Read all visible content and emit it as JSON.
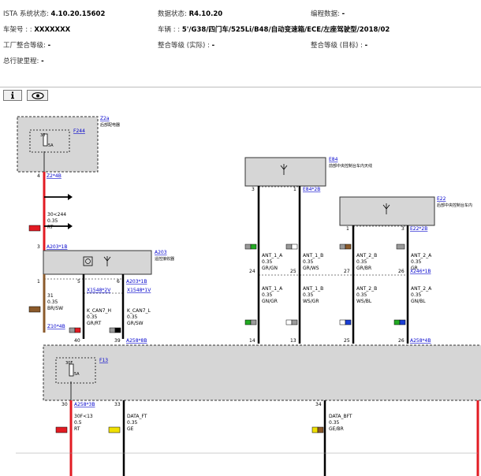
{
  "header": {
    "ista_label": "ISTA 系统状态:",
    "ista_value": "4.10.20.15602",
    "data_label": "数据状态:",
    "data_value": "R4.10.20",
    "prog_label": "编程数据:",
    "prog_value": "-",
    "chassis_label": "车架号 : :",
    "chassis_value": "XXXXXXX",
    "vehicle_label": "车辆 : :",
    "vehicle_value": "5'/G38/四门车/525Li/B48/自动变速箱/ECE/左座驾驶型/2018/02",
    "factory_label": "工厂整合等级:",
    "factory_value": "-",
    "integ_actual_label": "整合等级 (实际) :",
    "integ_actual_value": "-",
    "integ_target_label": "整合等级 (目标) :",
    "integ_target_value": "-",
    "mileage_label": "总行驶里程:",
    "mileage_value": "-"
  },
  "toolbar": {
    "info_icon": "info-icon",
    "view_icon": "eye-icon"
  },
  "colors": {
    "red": "#e21b23",
    "brown": "#8b5a2b",
    "yellow": "#f0e000",
    "green": "#22aa22",
    "blue": "#1a3fd6",
    "grey": "#9a9a9a",
    "white": "#ffffff",
    "box": "#d6d6d6",
    "link": "#0000cc"
  },
  "diagram": {
    "z2a_id": "Z2a",
    "z2a_desc": "后部配电器",
    "f244_id": "F244",
    "f244_pin": "30",
    "f244_rating": "5A",
    "z2a_pin": "4",
    "z2a_conn": "Z2*4B",
    "w1_name": "30<244",
    "w1_size": "0.35",
    "w1_color": "RT",
    "a203_pin_in": "3",
    "a203_conn_in": "A203*1B",
    "a203_id": "A203",
    "a203_desc": "遥控接收器",
    "a203_pin1": "1",
    "a203_pin5": "5",
    "a203_pin6": "6",
    "a203_conn_out": "A203*1B",
    "w2_name": "31",
    "w2_size": "0.35",
    "w2_color": "BR/SW",
    "z10_conn": "Z10*4B",
    "x1548_h": "X1548*2V",
    "x1548_l": "X1548*1V",
    "w3_name": "K_CAN7_H",
    "w3_size": "0.35",
    "w3_color": "GR/RT",
    "w4_name": "K_CAN7_L",
    "w4_size": "0.35",
    "w4_color": "GR/SW",
    "a258_pin40": "40",
    "a258_pin39": "39",
    "a258_conn_a": "A258*8B",
    "e84_id": "E84",
    "e84_desc": "前部中央控制台车内天线",
    "e84_pin3": "3",
    "e84_pin1": "1",
    "e84_conn": "E84*2B",
    "e22_id": "E22",
    "e22_desc": "后部中央控制台车内",
    "e22_pin1": "1",
    "e22_pin3": "3",
    "e22_conn": "E22*2B",
    "wA1_name": "ANT_1_A",
    "wA1_size": "0.35",
    "wA1_color": "GR/GN",
    "wB1_name": "ANT_1_B",
    "wB1_size": "0.35",
    "wB1_color": "GR/WS",
    "wC1_name": "ANT_2_B",
    "wC1_size": "0.35",
    "wC1_color": "GR/BR",
    "wD1_name": "ANT_2_A",
    "wD1_size": "0.35",
    "wD1_color": "GR",
    "x246_pin24": "24",
    "x246_pin25a": "25",
    "x246_pin27": "27",
    "x246_pin26": "26",
    "x246_conn": "X246*1B",
    "wA2_name": "ANT_1_A",
    "wA2_size": "0.35",
    "wA2_color": "GN/GR",
    "wB2_name": "ANT_1_B",
    "wB2_size": "0.35",
    "wB2_color": "WS/GR",
    "wC2_name": "ANT_2_B",
    "wC2_size": "0.35",
    "wC2_color": "WS/BL",
    "wD2_name": "ANT_2_A",
    "wD2_size": "0.35",
    "wD2_color": "GN/BL",
    "a258_pin14": "14",
    "a258_pin13": "13",
    "a258_pin25": "25",
    "a258_pin26": "26",
    "a258_conn_b": "A258*4B",
    "f13_id": "F13",
    "f13_pin": "30F",
    "f13_rating": "5A",
    "a258_pin30": "30",
    "a258_conn_c": "A258*3B",
    "a258_pin33": "33",
    "a258_pin34": "34",
    "w5_name": "30F<13",
    "w5_size": "0.5",
    "w5_color": "RT",
    "w6_name": "DATA_FT",
    "w6_size": "0.35",
    "w6_color": "GE",
    "w7_name": "DATA_BFT",
    "w7_size": "0.35",
    "w7_color": "GE/BR"
  }
}
